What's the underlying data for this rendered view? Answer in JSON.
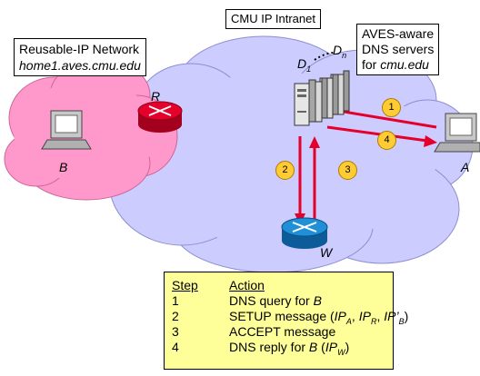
{
  "labels": {
    "intranet": "CMU IP Intranet",
    "reusable_net_line1": "Reusable-IP Network",
    "reusable_net_line2": "home1.aves.cmu.edu",
    "dns_line1": "AVES-aware",
    "dns_line2": "DNS servers",
    "dns_line3_prefix": "for ",
    "dns_line3_domain": "cmu.edu"
  },
  "nodes": {
    "router_r": "R",
    "router_w": "W",
    "host_a": "A",
    "host_b": "B",
    "server_d1": "D",
    "server_d1_sub": "1",
    "server_dn": "D",
    "server_dn_sub": "n"
  },
  "steps_badges": [
    "1",
    "2",
    "3",
    "4"
  ],
  "table": {
    "header_step": "Step",
    "header_action": "Action",
    "rows": [
      {
        "step": "1",
        "action_parts": [
          "DNS query for ",
          "B"
        ]
      },
      {
        "step": "2",
        "action_parts": [
          "SETUP message (",
          "IP",
          "A",
          ", ",
          "IP",
          "R",
          ", ",
          "IP’",
          "B",
          ")"
        ]
      },
      {
        "step": "3",
        "action_parts": [
          "ACCEPT message"
        ]
      },
      {
        "step": "4",
        "action_parts": [
          "DNS reply for ",
          "B",
          " (",
          "IP",
          "W",
          ")"
        ]
      }
    ]
  },
  "colors": {
    "intranet_cloud": "#ccccff",
    "reusable_cloud": "#ff99cc",
    "arrow": "#e4002b",
    "router_r": "#e4002b",
    "router_w": "#1f8fd8",
    "badge": "#ffcc33",
    "table_bg": "#ffff99"
  }
}
